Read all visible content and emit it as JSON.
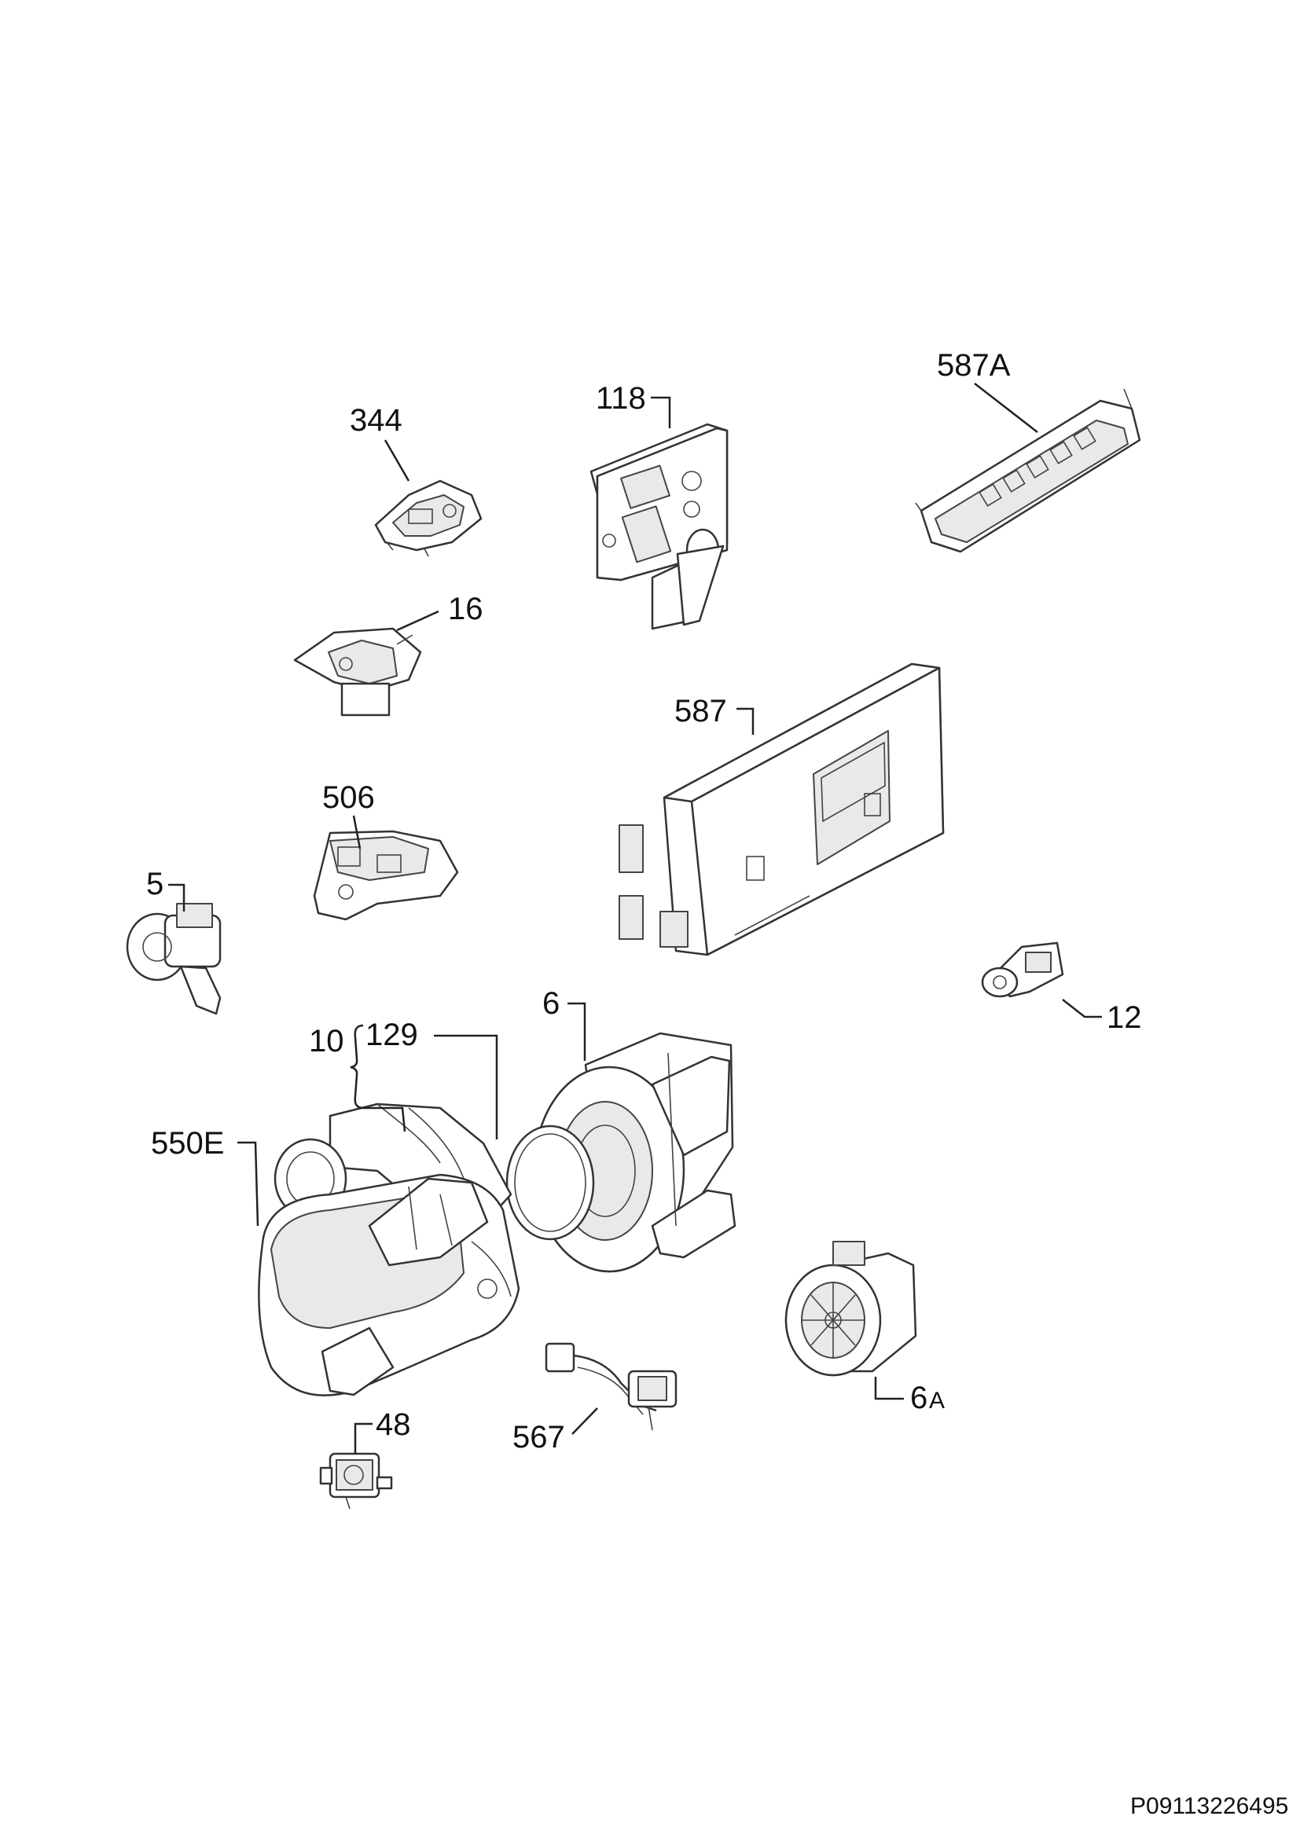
{
  "labels": {
    "l344": "344",
    "l118": "118",
    "l587A": "587A",
    "l16": "16",
    "l587": "587",
    "l506": "506",
    "l5": "5",
    "l6": "6",
    "l12": "12",
    "l10": "10",
    "l129": "129",
    "l550E": "550E",
    "l6A_num": "6",
    "l6A_letter": "A",
    "l48": "48",
    "l567": "567"
  },
  "footer": {
    "code": "P09113226495"
  },
  "colors": {
    "line": "#222222",
    "part_fill": "#ffffff",
    "part_shade": "#e9e9e9"
  }
}
